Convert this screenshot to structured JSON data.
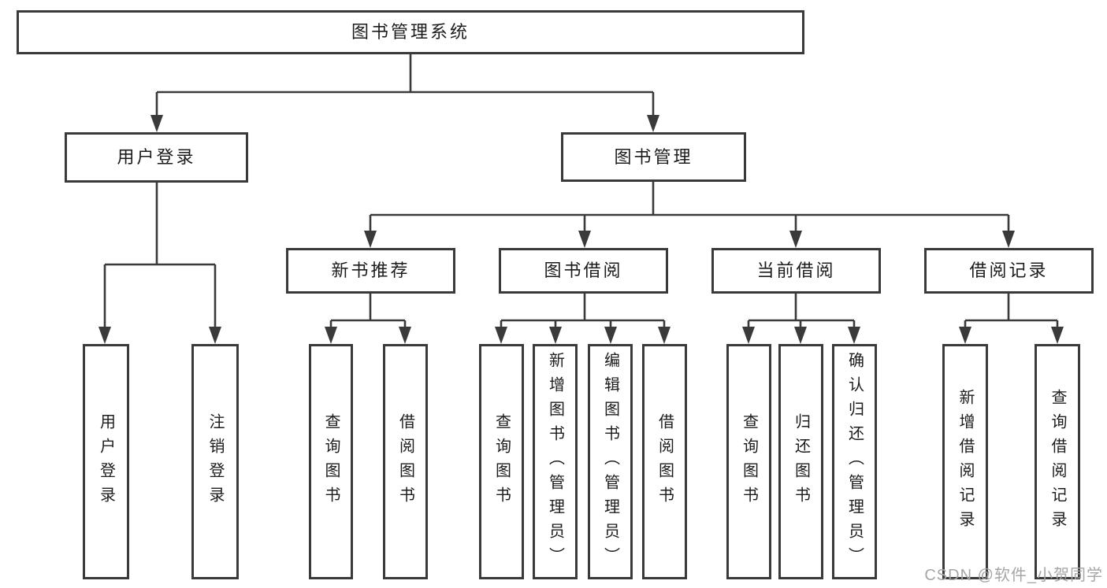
{
  "page": {
    "watermark": "CSDN @软件_小贺同学"
  },
  "colors": {
    "line": "#3a3a3a",
    "box_border": "#3a3a3a",
    "text": "#1c1c1c",
    "watermark": "#a6a6a6",
    "background": "#ffffff"
  },
  "tree": {
    "label": "图书管理系统",
    "children": [
      {
        "label": "用户登录",
        "children": [
          {
            "label": "用户登录"
          },
          {
            "label": "注销登录"
          }
        ]
      },
      {
        "label": "图书管理",
        "children": [
          {
            "label": "新书推荐",
            "children": [
              {
                "label": "查询图书"
              },
              {
                "label": "借阅图书"
              }
            ]
          },
          {
            "label": "图书借阅",
            "children": [
              {
                "label": "查询图书"
              },
              {
                "label": "新增图书（管理员）"
              },
              {
                "label": "编辑图书（管理员）"
              },
              {
                "label": "借阅图书"
              }
            ]
          },
          {
            "label": "当前借阅",
            "children": [
              {
                "label": "查询图书"
              },
              {
                "label": "归还图书"
              },
              {
                "label": "确认归还（管理员）"
              }
            ]
          },
          {
            "label": "借阅记录",
            "children": [
              {
                "label": "新增借阅记录"
              },
              {
                "label": "查询借阅记录"
              }
            ]
          }
        ]
      }
    ]
  }
}
